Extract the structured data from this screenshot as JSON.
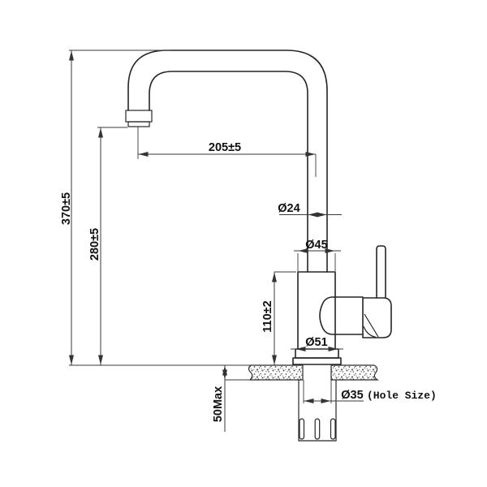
{
  "drawing": {
    "type": "faucet-installation-dimension-drawing",
    "dimensions": {
      "total_height": "370±5",
      "spout_height": "280±5",
      "spout_reach": "205±5",
      "spout_tube_diameter": "Ø24",
      "body_diameter": "Ø45",
      "body_height": "110±2",
      "base_diameter": "Ø51",
      "max_counter_thickness": "50Max",
      "hole_diameter": "Ø35",
      "hole_note": "(Hole Size)"
    },
    "colors": {
      "outline": "#252525",
      "dimension_lines": "#3a3a3a",
      "text": "#111111",
      "background": "#ffffff"
    }
  }
}
